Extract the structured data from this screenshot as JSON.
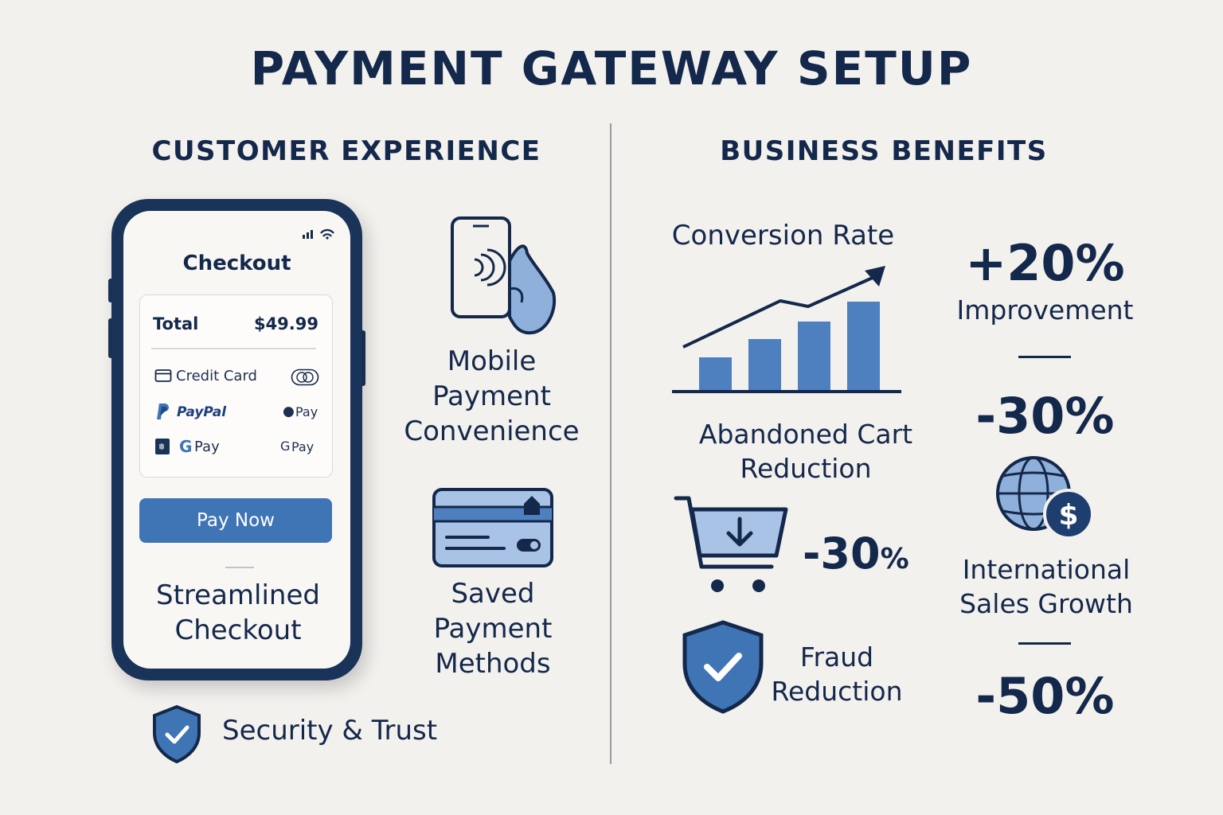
{
  "title": "PAYMENT GATEWAY SETUP",
  "left_section": {
    "heading": "CUSTOMER EXPERIENCE",
    "phone": {
      "screen_title": "Checkout",
      "total_label": "Total",
      "total_value": "$49.99",
      "methods": [
        {
          "label": "Credit Card",
          "icon": "credit-card-icon",
          "right_icon": "card-toggle-icon"
        },
        {
          "label": "PayPal",
          "icon": "paypal-icon",
          "right_label": "Pay",
          "right_icon": "apple-icon"
        },
        {
          "label": "Pay",
          "prefix": "G",
          "icon": "wallet-icon",
          "right_label": "Pay",
          "right_prefix": "G"
        }
      ],
      "pay_button": "Pay Now",
      "caption": "Streamlined Checkout"
    },
    "features": [
      {
        "label": "Mobile Payment Convenience",
        "icon": "contactless-phone-icon"
      },
      {
        "label": "Saved Payment Methods",
        "icon": "saved-card-icon"
      }
    ],
    "security": {
      "label": "Security & Trust",
      "icon": "shield-check-icon"
    }
  },
  "right_section": {
    "heading": "BUSINESS BENEFITS",
    "conversion": {
      "label": "Conversion Rate",
      "icon": "growth-chart-icon",
      "stat": "+20%",
      "stat_caption": "Improvement"
    },
    "abandoned_cart": {
      "label": "Abandoned Cart Reduction",
      "icon": "cart-icon",
      "stat": "-30",
      "stat_unit": "%"
    },
    "international": {
      "stat": "-30%",
      "label": "International Sales Growth",
      "icon": "globe-dollar-icon"
    },
    "fraud": {
      "label": "Fraud Reduction",
      "icon": "shield-check-icon",
      "stat": "-50%"
    }
  },
  "colors": {
    "background": "#f3f1ee",
    "navy": "#14284b",
    "accent_blue": "#3f74b5",
    "light_blue": "#9dbbe0"
  }
}
